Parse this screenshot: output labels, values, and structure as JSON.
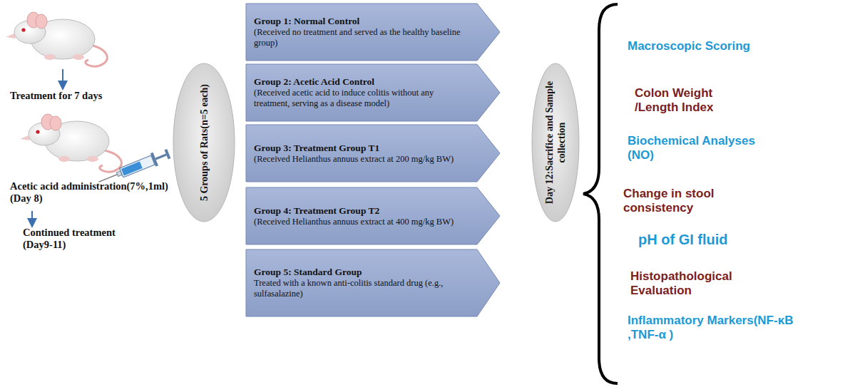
{
  "diagram": {
    "nodes": [
      {
        "text": [
          "5 Groups of Rats(n=5 each)"
        ]
      },
      {
        "text": [
          "Group 1: Normal Control",
          "(Received no treatment and served as the healthy baseline group)"
        ]
      },
      {
        "text": [
          "Group 2: Acetic Acid Control",
          "(Received acetic acid to induce colitis without any treatment, serving as a disease model)"
        ]
      },
      {
        "text": [
          "Group 3: Treatment Group T1",
          "(Received Helianthus annuus extract at 200 mg/kg BW)"
        ]
      },
      {
        "text": [
          "Group 4: Treatment Group T2",
          "(Received Helianthus annuus extract at 400 mg/kg BW)"
        ]
      },
      {
        "text": [
          "Group 5: Standard Group",
          "Treated with a known anti-colitis standard drug (e.g., sulfasalazine)"
        ]
      },
      {
        "text": [
          "Day 12:Sacrifice and Sample collection"
        ]
      }
    ],
    "labels": [
      "Treatment for 7 days",
      "Acetic acid administration(7%,1ml)(Day 8)",
      "Continued treatment (Day9-11)",
      "Macroscopic Scoring",
      "Colon Weight /Length Index",
      "Biochemical Analyses (NO)",
      "Change in stool consistency",
      "pH of GI fluid",
      "Histopathological Evaluation",
      "Inflammatory Markers(NF-κB ,TNF-α )"
    ]
  }
}
